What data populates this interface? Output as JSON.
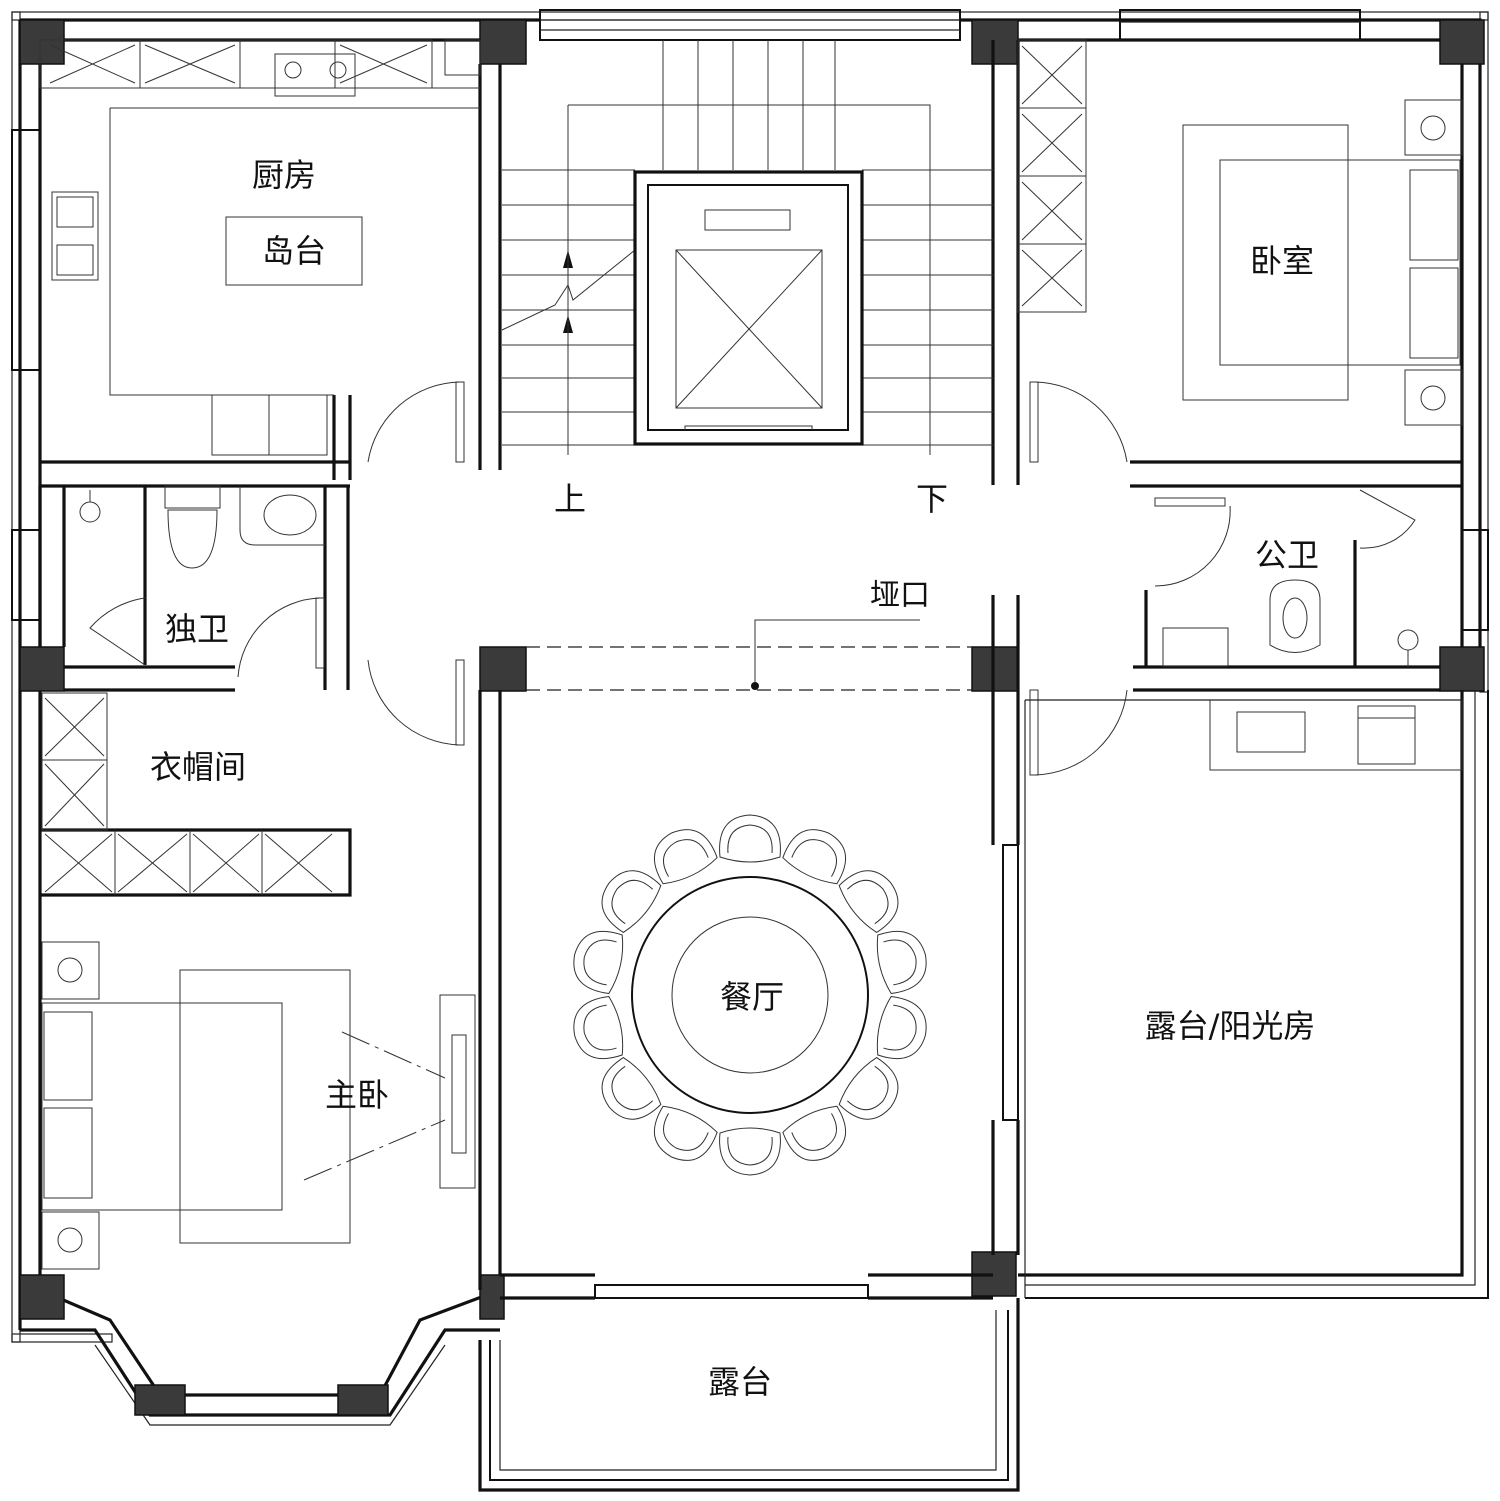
{
  "rooms": {
    "kitchen": "厨房",
    "island": "岛台",
    "bedroom": "卧室",
    "private_bath": "独卫",
    "public_bath": "公卫",
    "cloakroom": "衣帽间",
    "master_bedroom": "主卧",
    "dining": "餐厅",
    "terrace_sunroom": "露台/阳光房",
    "terrace": "露台",
    "opening": "垭口"
  },
  "stairs": {
    "up": "上",
    "down": "下"
  }
}
